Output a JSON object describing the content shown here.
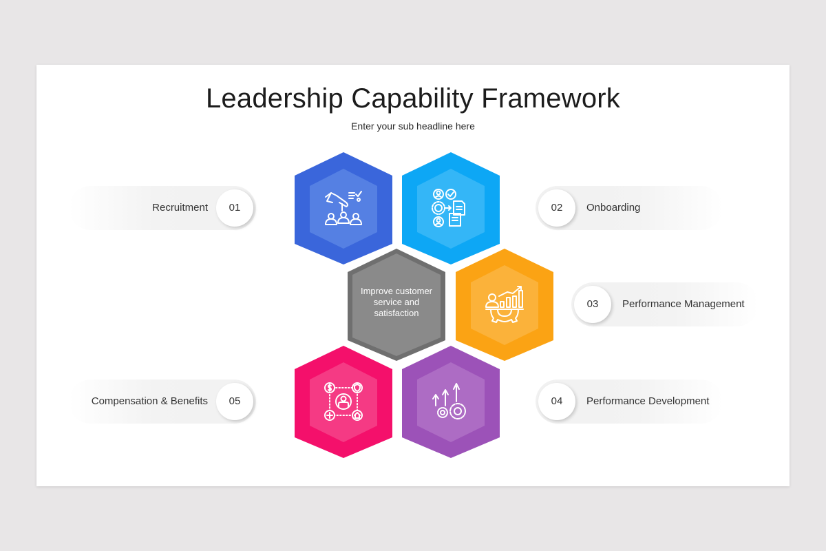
{
  "slide": {
    "title": "Leadership Capability Framework",
    "subtitle": "Enter your sub headline here"
  },
  "center": {
    "text": "Improve customer service and satisfaction",
    "lines": [
      "Improve customer",
      "service and",
      "satisfaction"
    ],
    "color_outer": "#6f6f6f",
    "color_inner": "#8a8a8a"
  },
  "items": [
    {
      "num": "01",
      "label": "Recruitment",
      "icon": "recruitment-hand-people-icon",
      "color_outer": "#3a66db",
      "color_inner": "#5580e3"
    },
    {
      "num": "02",
      "label": "Onboarding",
      "icon": "onboarding-people-gear-documents-icon",
      "color_outer": "#0da7f5",
      "color_inner": "#34b6f7"
    },
    {
      "num": "03",
      "label": "Performance Management",
      "icon": "performance-chart-gear-icon",
      "color_outer": "#fba314",
      "color_inner": "#fbb23a"
    },
    {
      "num": "04",
      "label": "Performance Development",
      "icon": "growth-arrows-gears-icon",
      "color_outer": "#9c52b8",
      "color_inner": "#ad6cc4"
    },
    {
      "num": "05",
      "label": "Compensation & Benefits",
      "icon": "benefits-person-network-icon",
      "color_outer": "#f4106b",
      "color_inner": "#f53a84"
    }
  ]
}
